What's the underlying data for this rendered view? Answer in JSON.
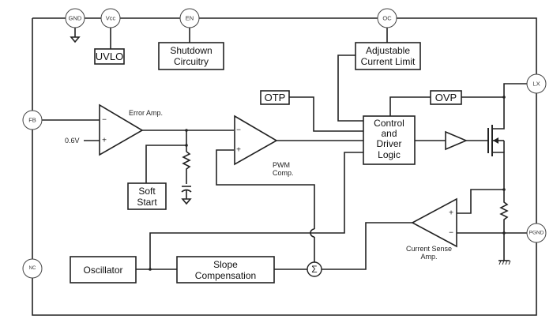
{
  "diagram": {
    "type": "block-diagram",
    "pins": {
      "gnd": "GND",
      "vcc": "Vcc",
      "en": "EN",
      "oc": "OC",
      "lx": "LX",
      "fb": "FB",
      "nc": "NC",
      "pgnd": "PGND"
    },
    "blocks": {
      "uvlo": "UVLO",
      "shutdown": [
        "Shutdown",
        "Circuitry"
      ],
      "current_limit": [
        "Adjustable",
        "Current Limit"
      ],
      "otp": "OTP",
      "ovp": "OVP",
      "control": [
        "Control",
        "and",
        "Driver",
        "Logic"
      ],
      "soft_start": [
        "Soft",
        "Start"
      ],
      "oscillator": "Oscillator",
      "slope_comp": [
        "Slope",
        "Compensation"
      ]
    },
    "amplifiers": {
      "error_amp": "Error Amp.",
      "pwm_comp": [
        "PWM",
        "Comp."
      ],
      "current_sense": [
        "Current Sense",
        "Amp."
      ]
    },
    "labels": {
      "vref": "0.6V",
      "sigma": "Σ",
      "minus": "−",
      "plus": "+"
    }
  }
}
